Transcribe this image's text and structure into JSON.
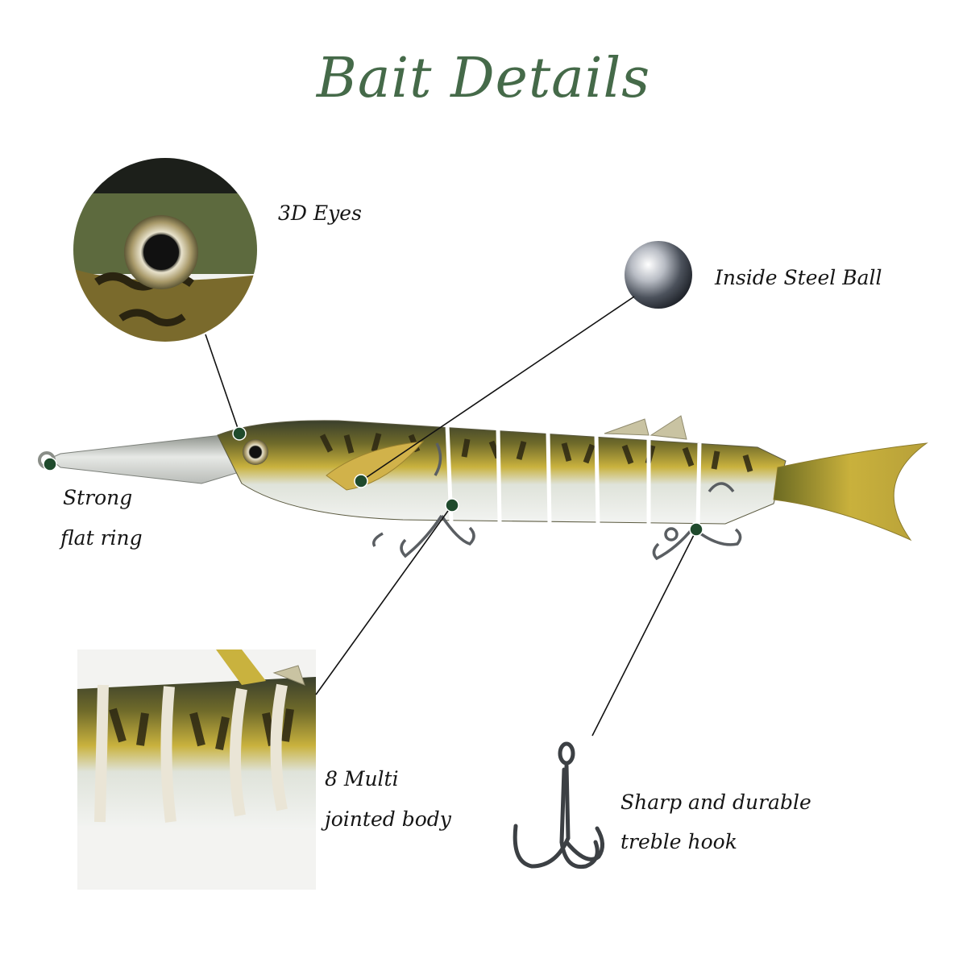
{
  "title": "Bait Details",
  "callouts": {
    "eyes": "3D Eyes",
    "steel_ball": "Inside Steel Ball",
    "ring_line1": "Strong",
    "ring_line2": "flat ring",
    "body_line1": "8 Multi",
    "body_line2": "jointed body",
    "hook_line1": "Sharp and durable",
    "hook_line2": "treble hook"
  },
  "colors": {
    "title": "#456a49",
    "marker_dot": "#1f4a2c",
    "callout_line": "#111111"
  }
}
